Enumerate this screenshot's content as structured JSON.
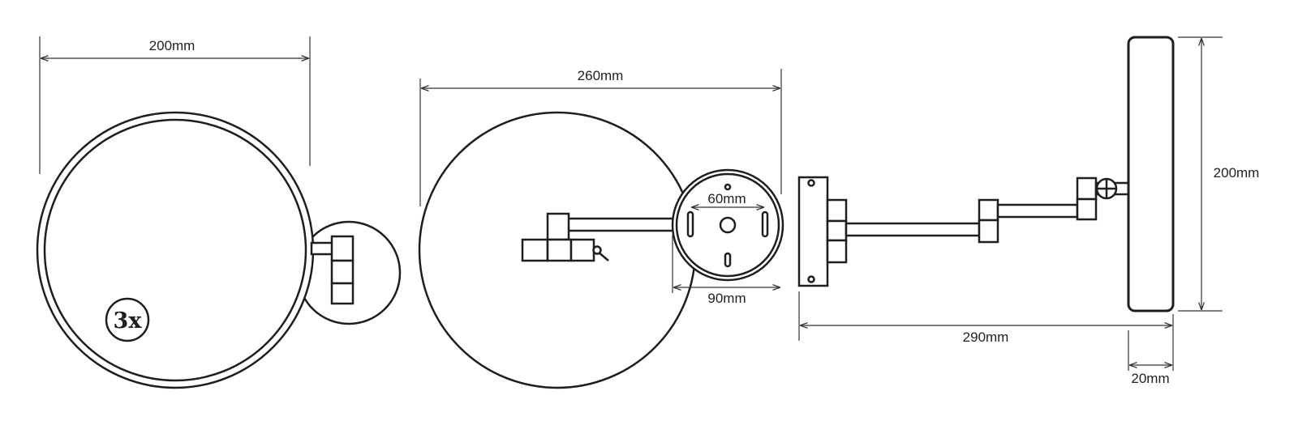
{
  "diagram": {
    "front_view": {
      "width_label": "200mm",
      "magnification_badge": "3x"
    },
    "back_view": {
      "width_label": "260mm",
      "mount_hole_spacing_label": "60mm",
      "mount_plate_diameter_label": "90mm"
    },
    "side_view": {
      "projection_label": "290mm",
      "height_label": "200mm",
      "depth_label": "20mm"
    },
    "colors": {
      "line": "#1e1e1e",
      "background": "#ffffff"
    }
  }
}
